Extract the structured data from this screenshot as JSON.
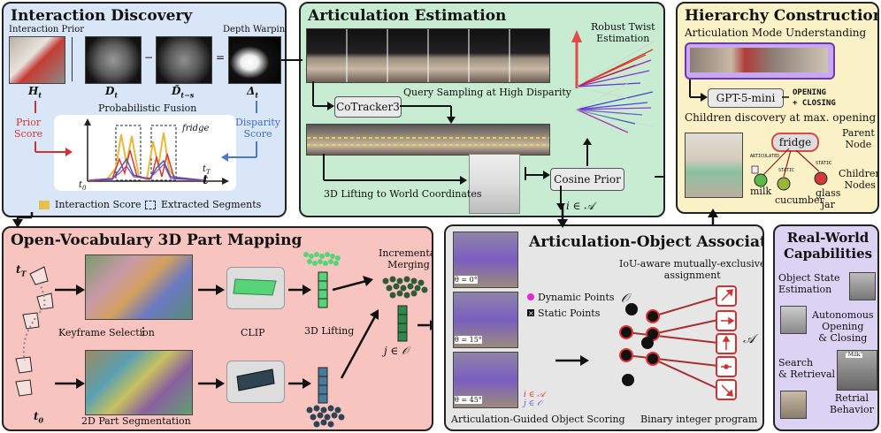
{
  "colors": {
    "discovery_bg": "#d8e6f8",
    "articulation_bg": "#c7ecd2",
    "hierarchy_bg": "#fbf1c7",
    "mapping_bg": "#f8c4c0",
    "association_bg": "#e6e6e6",
    "capabilities_bg": "#dcd2f3"
  },
  "discovery": {
    "title": "Interaction Discovery",
    "interaction_prior": "Interaction Prior",
    "depth_warping": "Depth Warping",
    "sym_h": "H",
    "sym_h_sub": "t",
    "sym_d": "D",
    "sym_d_sub": "t",
    "sym_dtilde": "D̃",
    "sym_dtilde_sub": "t−s",
    "sym_delta": "Δ",
    "sym_delta_sub": "t",
    "minus": "−",
    "equals": "=",
    "prior_score": "Prior\nScore",
    "disparity_score": "Disparity\nScore",
    "fusion_title": "Probabilistic Fusion",
    "fridge_label": "fridge",
    "t0": "t",
    "t0_sub": "0",
    "tT": "t",
    "tT_sub": "T",
    "t_axis": "t",
    "legend_score": "Interaction Score",
    "legend_segments": "Extracted Segments"
  },
  "articulation": {
    "title": "Articulation Estimation",
    "query_sampling": "Query Sampling at High Disparity",
    "cotracker": "CoTracker3",
    "robust_twist": "Robust Twist\nEstimation",
    "lifting": "3D Lifting to World Coordinates",
    "cosine_prior": "Cosine Prior",
    "i_in_a": "i ∈ 𝒜"
  },
  "hierarchy": {
    "title": "Hierarchy Construction",
    "mode": "Articulation Mode Understanding",
    "gpt": "GPT-5-mini",
    "opening": "OPENING",
    "closing": "+ CLOSING",
    "children_discovery": "Children discovery at max. opening",
    "fridge": "fridge",
    "parent_node": "Parent\nNode",
    "children_nodes": "Children\nNodes",
    "milk": "milk",
    "cucumber": "cucumber",
    "glass_jar": "glass\njar",
    "articulated": "ARTICULATED",
    "static1": "STATIC",
    "static2": "STATIC"
  },
  "mapping": {
    "title": "Open-Vocabulary 3D Part Mapping",
    "tT": "t",
    "tT_sub": "T",
    "t0": "t",
    "t0_sub": "0",
    "keyframe": "Keyframe Selection",
    "vdots": "⋮",
    "clip": "CLIP",
    "lifting": "3D Lifting",
    "segmentation": "2D Part Segmentation",
    "incremental": "Incremental\nMerging",
    "j_in_o": "j ∈ 𝒪"
  },
  "association": {
    "title": "Articulation-Object Association",
    "iou": "IoU-aware mutually-exclusive\nassignment",
    "dynamic": "Dynamic Points",
    "static": "Static Points",
    "set_o": "𝒪",
    "set_a": "𝒜",
    "theta0": "θ = 0°",
    "theta15": "θ = 15°",
    "theta45": "θ = 45°",
    "i_in_a": "i ∈ 𝒜",
    "j_in_o": "j ∈ 𝒪",
    "scoring": "Articulation-Guided Object Scoring",
    "bip": "Binary integer program"
  },
  "capabilities": {
    "title": "Real-World\nCapabilities",
    "state": "Object State\nEstimation",
    "autonomous": "Autonomous\nOpening\n& Closing",
    "search": "Search\n& Retrieval",
    "retrial": "Retrial\nBehavior",
    "sign": "\"Milk\""
  }
}
